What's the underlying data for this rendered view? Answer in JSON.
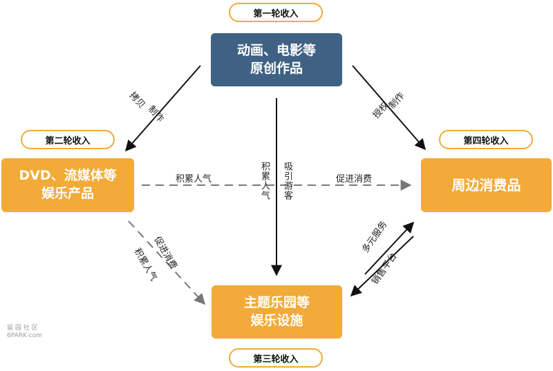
{
  "nodes": {
    "original_works": [
      "动画、电影等",
      "原创作品"
    ],
    "dvd_streaming": [
      "DVD、流媒体等",
      "娱乐产品"
    ],
    "merchandise": [
      "周边消费品"
    ],
    "theme_park": [
      "主题乐园等",
      "娱乐设施"
    ]
  },
  "income_labels": {
    "first": "第一轮收入",
    "second": "第二轮收入",
    "third": "第三轮收入",
    "fourth": "第四轮收入"
  },
  "edge_labels": {
    "copy": "拷贝",
    "produce_left": "制作",
    "authorize": "授权",
    "produce_right": "制作",
    "accumulate_pop_h": "积累人气",
    "promote_consume_h": "促进消费",
    "accumulate_pop_v": "积累人气",
    "attract_visitors": "吸引游客",
    "accumulate_pop_diag": "积累人气",
    "promote_consume_diag": "促进消费",
    "diverse_services": "多元服务",
    "sales_platform": "销售平台"
  },
  "watermark": {
    "line1": "留 园 社 区",
    "line2": "6PARK·com"
  },
  "colors": {
    "blue": "#3f6183",
    "orange": "#f2aa38",
    "line": "#111111",
    "dashed": "#777777"
  }
}
